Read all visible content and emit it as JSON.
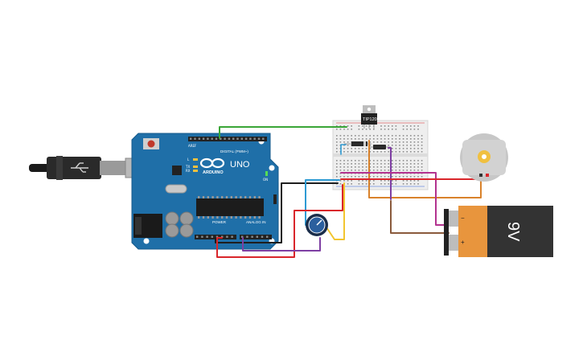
{
  "arduino": {
    "brand": "ARDUINO",
    "model": "UNO",
    "digital_label": "DIGITAL (PWM~)",
    "power_label": "POWER",
    "analog_label": "ANALOG IN",
    "aref_label": "AREF",
    "tx_label": "TX",
    "rx_label": "RX",
    "l_label": "L",
    "on_label": "ON"
  },
  "transistor": {
    "label": "TIP120"
  },
  "battery": {
    "label": "9V",
    "neg_symbol": "−",
    "pos_symbol": "+"
  },
  "colors": {
    "board_blue": "#1f6fa8",
    "wire_red": "#d9262b",
    "wire_black": "#1e1e1e",
    "wire_blue": "#2e9bd4",
    "wire_yellow": "#f2c530",
    "wire_purple": "#7e3fa3",
    "wire_green": "#3aa637",
    "wire_orange": "#d9822b",
    "wire_brown": "#8a5a3c",
    "wire_magenta": "#b3338f",
    "battery_orange": "#e8953d",
    "battery_dark": "#333333"
  }
}
